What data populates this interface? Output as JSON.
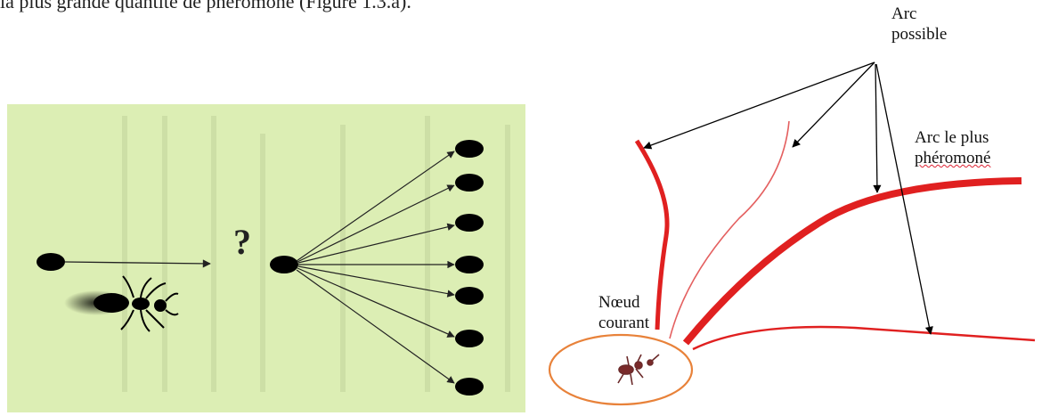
{
  "page": {
    "top_text": "la plus grande quantité de phéromone (Figure 1.3.a)."
  },
  "left": {
    "question_mark": "?"
  },
  "right": {
    "label_arc_possible_line1": "Arc",
    "label_arc_possible_line2": "possible",
    "label_arc_best_line1": "Arc le plus",
    "label_arc_best_line2": "phéromoné",
    "label_node_line1": "Nœud",
    "label_node_line2": "courant"
  }
}
